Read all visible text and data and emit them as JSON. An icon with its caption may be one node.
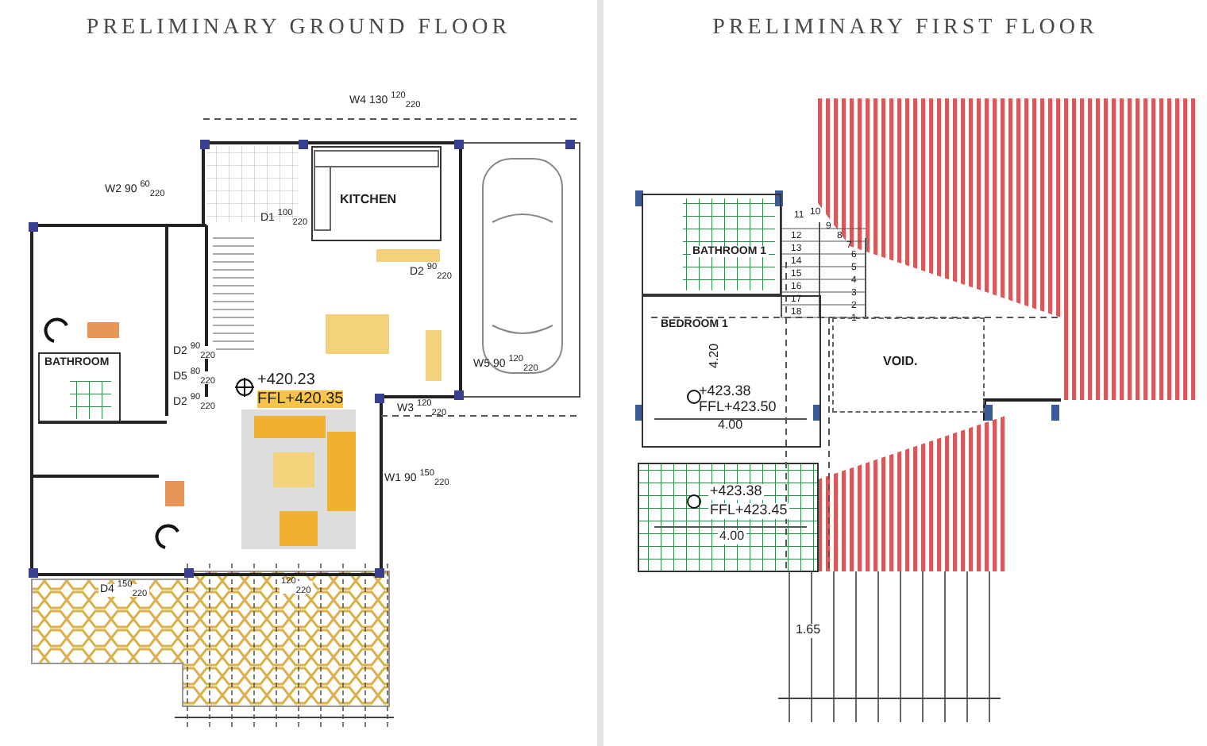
{
  "diagram": {
    "nodes": [
      {
        "text": [
          "PRELIMINARY GROUND FLOOR"
        ]
      },
      {
        "text": [
          "KITCHEN"
        ],
        "in": 0
      },
      {
        "text": [
          "BATHROOM"
        ],
        "in": 0
      },
      {
        "text": [
          "PRELIMINARY FIRST FLOOR"
        ]
      },
      {
        "text": [
          "BATHROOM 1"
        ],
        "in": 3
      },
      {
        "text": [
          "BEDROOM 1"
        ],
        "in": 3
      },
      {
        "text": [
          "VOID."
        ],
        "in": 3
      }
    ],
    "labels": [
      "W4 130 $^{120}$$_{220}$",
      "W2 90 $^{60}$$_{220}$",
      "D1 $^{100}$$_{220}$",
      "D2 $^{90}$$_{220}$",
      "D2 $^{90}$$_{220}$",
      "W5 90 $^{120}$$_{220}$",
      "D5 $^{80}$$_{220}$",
      "D2 $^{90}$$_{220}$",
      "+420.23",
      "FFL+420.35",
      "W3 $^{120}$$_{220}$",
      "W1 90 $^{150}$$_{220}$",
      "D4 $^{150}$$_{220}$",
      "$^{120}$$_{220}$",
      "11",
      "10",
      "9",
      "8",
      "7",
      "6",
      "12",
      "13",
      "5",
      "14",
      "4",
      "15",
      "3",
      "16",
      "2",
      "17",
      "1",
      "18",
      "4.20",
      "+423.38",
      "FFL+423.50",
      "4.00",
      "+423.38",
      "FFL+423.45",
      "4.00",
      "1.65"
    ]
  }
}
